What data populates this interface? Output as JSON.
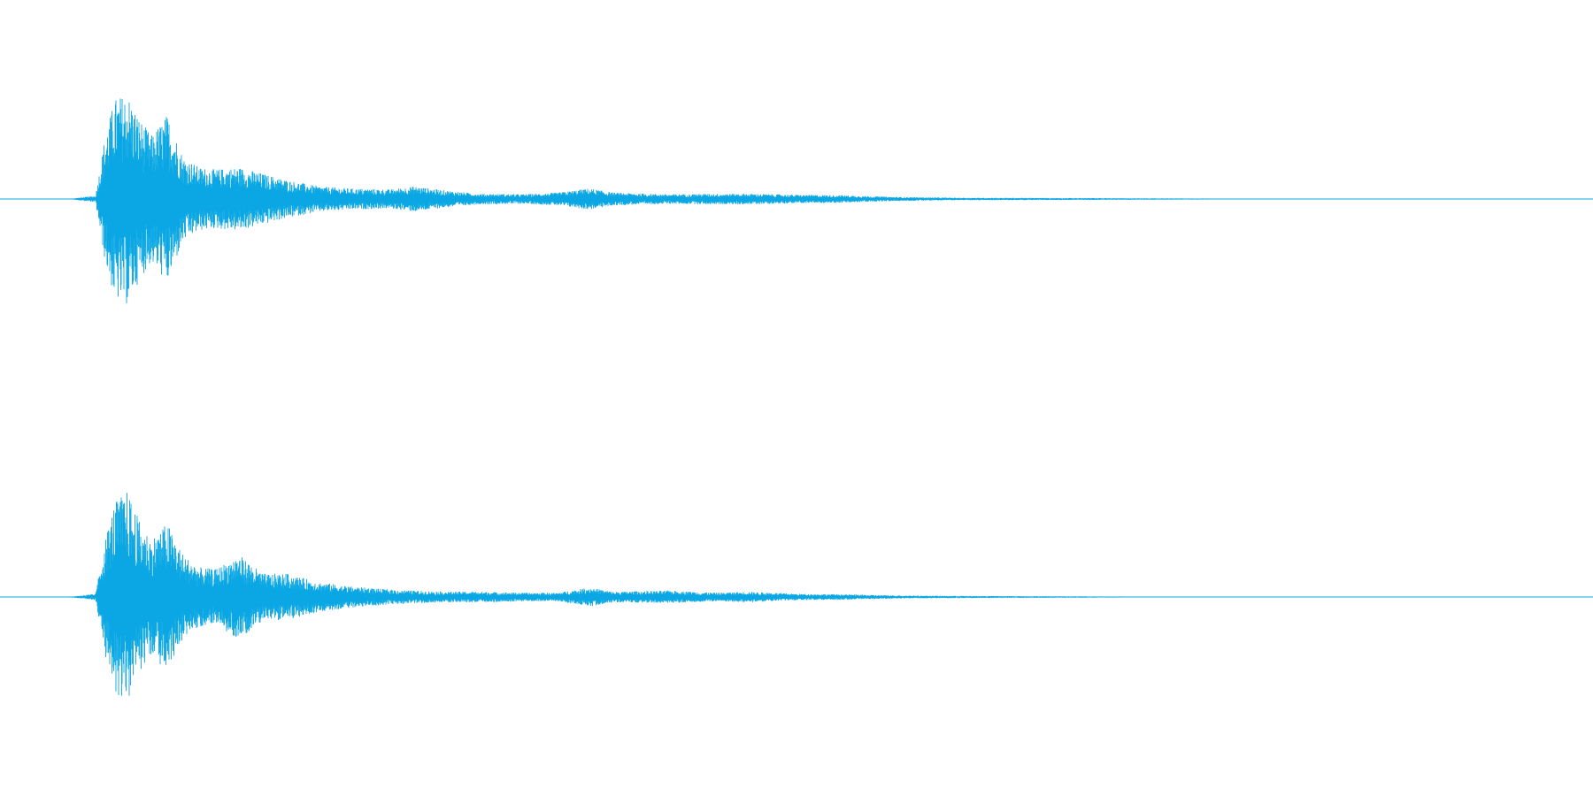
{
  "waveform": {
    "color": "#0aa7e4",
    "background": "#ffffff",
    "channels": [
      {
        "id": "top",
        "envelope": [
          [
            0.0,
            0.0
          ],
          [
            0.045,
            0.005
          ],
          [
            0.06,
            0.03
          ],
          [
            0.066,
            0.6
          ],
          [
            0.072,
            0.95
          ],
          [
            0.08,
            1.0
          ],
          [
            0.088,
            0.75
          ],
          [
            0.095,
            0.6
          ],
          [
            0.105,
            0.8
          ],
          [
            0.115,
            0.4
          ],
          [
            0.125,
            0.3
          ],
          [
            0.135,
            0.28
          ],
          [
            0.15,
            0.3
          ],
          [
            0.165,
            0.24
          ],
          [
            0.18,
            0.18
          ],
          [
            0.2,
            0.12
          ],
          [
            0.22,
            0.1
          ],
          [
            0.245,
            0.09
          ],
          [
            0.26,
            0.12
          ],
          [
            0.28,
            0.08
          ],
          [
            0.3,
            0.05
          ],
          [
            0.33,
            0.045
          ],
          [
            0.35,
            0.06
          ],
          [
            0.37,
            0.1
          ],
          [
            0.385,
            0.06
          ],
          [
            0.42,
            0.045
          ],
          [
            0.45,
            0.05
          ],
          [
            0.47,
            0.05
          ],
          [
            0.5,
            0.04
          ],
          [
            0.53,
            0.035
          ],
          [
            0.56,
            0.02
          ],
          [
            0.6,
            0.012
          ],
          [
            0.65,
            0.01
          ],
          [
            0.7,
            0.008
          ],
          [
            0.75,
            0.005
          ],
          [
            0.8,
            0.003
          ],
          [
            0.85,
            0.002
          ],
          [
            1.0,
            0.0
          ]
        ]
      },
      {
        "id": "bottom",
        "envelope": [
          [
            0.0,
            0.0
          ],
          [
            0.045,
            0.005
          ],
          [
            0.06,
            0.03
          ],
          [
            0.066,
            0.55
          ],
          [
            0.072,
            0.9
          ],
          [
            0.08,
            1.0
          ],
          [
            0.088,
            0.7
          ],
          [
            0.095,
            0.55
          ],
          [
            0.105,
            0.7
          ],
          [
            0.115,
            0.4
          ],
          [
            0.125,
            0.28
          ],
          [
            0.135,
            0.26
          ],
          [
            0.15,
            0.4
          ],
          [
            0.165,
            0.22
          ],
          [
            0.18,
            0.22
          ],
          [
            0.2,
            0.14
          ],
          [
            0.22,
            0.1
          ],
          [
            0.245,
            0.07
          ],
          [
            0.26,
            0.06
          ],
          [
            0.28,
            0.05
          ],
          [
            0.3,
            0.05
          ],
          [
            0.33,
            0.04
          ],
          [
            0.35,
            0.04
          ],
          [
            0.37,
            0.09
          ],
          [
            0.385,
            0.05
          ],
          [
            0.42,
            0.06
          ],
          [
            0.45,
            0.04
          ],
          [
            0.47,
            0.05
          ],
          [
            0.5,
            0.03
          ],
          [
            0.53,
            0.025
          ],
          [
            0.56,
            0.015
          ],
          [
            0.6,
            0.01
          ],
          [
            0.65,
            0.008
          ],
          [
            0.7,
            0.005
          ],
          [
            0.75,
            0.003
          ],
          [
            0.8,
            0.002
          ],
          [
            1.0,
            0.0
          ]
        ]
      }
    ]
  }
}
